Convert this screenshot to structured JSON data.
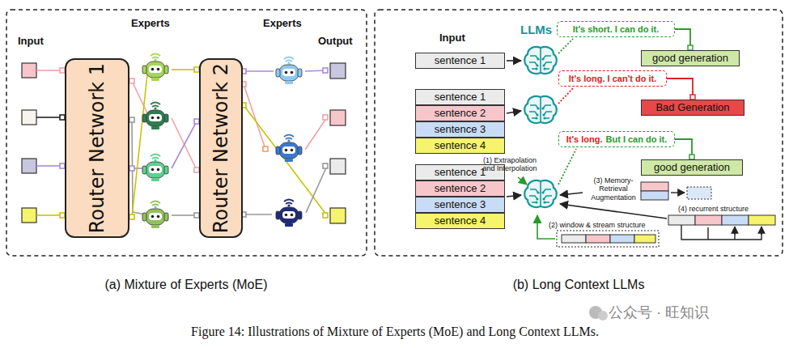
{
  "diagram": {
    "caption": "Figure 14: Illustrations of Mixture of Experts (MoE) and Long Context LLMs.",
    "nodes": [
      {
        "text": [
          "Router Network 1"
        ]
      },
      {
        "text": [
          "Router Network 2"
        ]
      },
      {
        "text": [
          "It's short. I can do it."
        ]
      },
      {
        "text": [
          "sentence 1"
        ]
      },
      {
        "text": [
          "good generation"
        ]
      },
      {
        "text": [
          "It's long. I can't do it."
        ]
      },
      {
        "text": [
          "sentence 1"
        ]
      },
      {
        "text": [
          "sentence 2"
        ]
      },
      {
        "text": [
          "sentence 3"
        ]
      },
      {
        "text": [
          "sentence 4"
        ]
      },
      {
        "text": [
          "Bad Generation"
        ]
      },
      {
        "text": [
          "It's long.",
          "But I can do it."
        ]
      },
      {
        "text": [
          "good generation"
        ]
      },
      {
        "text": [
          "sentence 1"
        ]
      },
      {
        "text": [
          "sentence 2"
        ]
      },
      {
        "text": [
          "sentence 3"
        ]
      },
      {
        "text": [
          "sentence 4"
        ]
      }
    ],
    "edges": [
      {
        "from": 2,
        "to": 4,
        "arrow": "none"
      },
      {
        "from": 5,
        "to": 10,
        "arrow": "none"
      },
      {
        "from": 11,
        "to": 12,
        "arrow": "none"
      }
    ],
    "labels": [
      "Input",
      "Experts",
      "Experts",
      "Output",
      "(a) Mixture of Experts (MoE)",
      "Input",
      "LLMs",
      "(1) Extrapolation and Interpolation",
      "(3) Memory-Retrieval Augmentation",
      "(4) recurrent structure",
      "(2) window & stream structure",
      "(b) Long Context LLMs",
      "公众号 · 旺知识"
    ]
  }
}
